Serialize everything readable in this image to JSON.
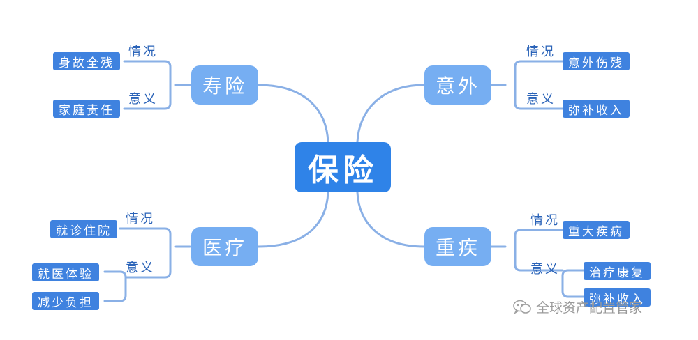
{
  "center": "保险",
  "branches": {
    "shouxian": {
      "label": "寿险",
      "situation_label": "情况",
      "situation": [
        "身故全残"
      ],
      "meaning_label": "意义",
      "meaning": [
        "家庭责任"
      ]
    },
    "yiwai": {
      "label": "意外",
      "situation_label": "情况",
      "situation": [
        "意外伤残"
      ],
      "meaning_label": "意义",
      "meaning": [
        "弥补收入"
      ]
    },
    "yiliao": {
      "label": "医疗",
      "situation_label": "情况",
      "situation": [
        "就诊住院"
      ],
      "meaning_label": "意义",
      "meaning": [
        "就医体验",
        "减少负担"
      ]
    },
    "zhongji": {
      "label": "重疾",
      "situation_label": "情况",
      "situation": [
        "重大疾病"
      ],
      "meaning_label": "意义",
      "meaning": [
        "治疗康复",
        "弥补收入"
      ]
    }
  },
  "watermark": {
    "text": "全球资产配置管家",
    "icon": "wechat-icon"
  },
  "colors": {
    "center": "#2f83e8",
    "branch": "#76aef2",
    "leaf": "#3f82df",
    "line": "#8ab0e6",
    "relation_text": "#2a63b8"
  }
}
